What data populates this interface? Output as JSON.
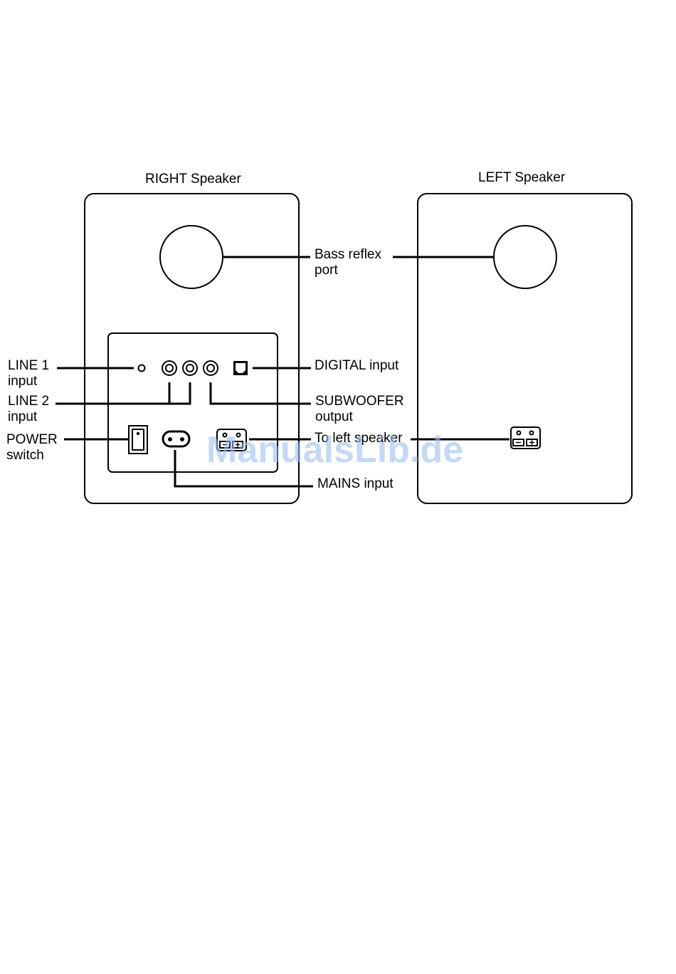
{
  "speakers": {
    "right_title": "RIGHT Speaker",
    "left_title": "LEFT Speaker"
  },
  "labels": {
    "bass_reflex_1": "Bass reflex",
    "bass_reflex_2": "port",
    "line1_1": "LINE 1",
    "line1_2": "input",
    "line2_1": "LINE 2",
    "line2_2": "input",
    "power_1": "POWER",
    "power_2": "switch",
    "digital": "DIGITAL input",
    "subwoofer_1": "SUBWOOFER",
    "subwoofer_2": "output",
    "to_left": "To left speaker",
    "mains": "MAINS input"
  },
  "watermark": "ManualsLib.de"
}
